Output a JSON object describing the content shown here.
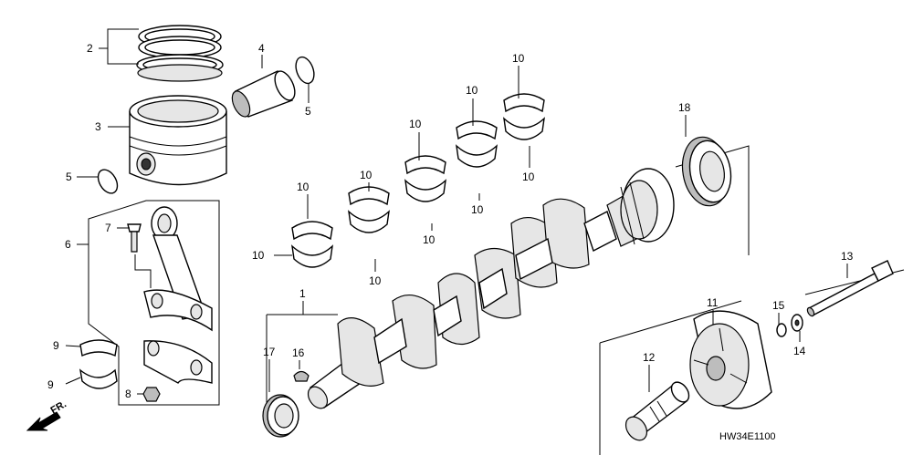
{
  "diagram": {
    "drawing_code": "HW34E1100",
    "direction_label": "FR.",
    "callouts": [
      "1",
      "2",
      "3",
      "4",
      "5",
      "5",
      "6",
      "7",
      "8",
      "9",
      "9",
      "10",
      "10",
      "10",
      "10",
      "10",
      "10",
      "10",
      "10",
      "10",
      "10",
      "11",
      "12",
      "13",
      "14",
      "15",
      "16",
      "17",
      "18"
    ]
  }
}
